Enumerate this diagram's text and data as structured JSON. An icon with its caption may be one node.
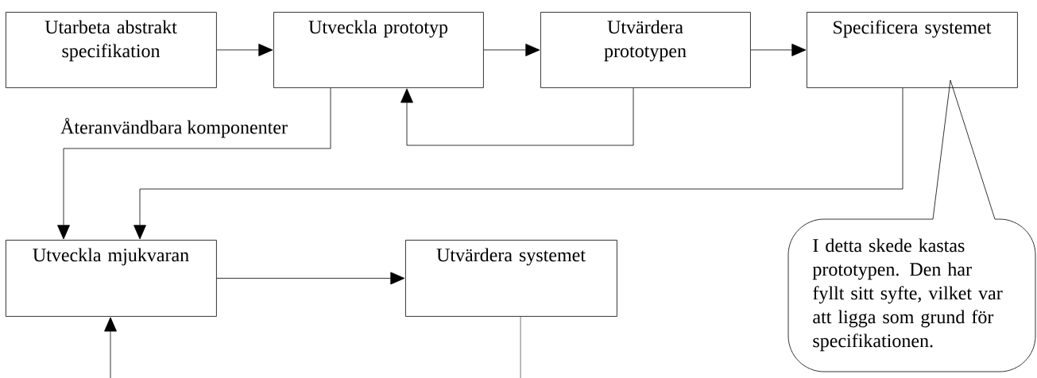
{
  "diagram": {
    "nodes": [
      {
        "text": [
          "Utarbeta abstrakt specifikation"
        ]
      },
      {
        "text": [
          "Utveckla prototyp"
        ]
      },
      {
        "text": [
          "Utvärdera prototypen"
        ]
      },
      {
        "text": [
          "Specificera systemet"
        ]
      },
      {
        "text": [
          "Utveckla mjukvaran"
        ]
      },
      {
        "text": [
          "Utvärdera systemet"
        ]
      },
      {
        "text": [
          "I detta skede kastas prototypen. Den har fyllt sitt syfte, vilket var att ligga som grund för specifikationen."
        ]
      }
    ],
    "edges": [
      {
        "from": 0,
        "to": 1,
        "arrow": "to"
      },
      {
        "from": 1,
        "to": 2,
        "arrow": "to"
      },
      {
        "from": 2,
        "to": 3,
        "arrow": "to"
      },
      {
        "from": 2,
        "to": 1,
        "arrow": "to"
      },
      {
        "from": 1,
        "to": 4,
        "arrow": "to",
        "label": "Återanvändbara komponenter"
      },
      {
        "from": 3,
        "to": 4,
        "arrow": "to"
      },
      {
        "from": 4,
        "to": 5,
        "arrow": "to"
      },
      {
        "from": null,
        "to": 4,
        "arrow": "to"
      },
      {
        "from": 5,
        "to": null,
        "arrow": "none"
      }
    ]
  }
}
